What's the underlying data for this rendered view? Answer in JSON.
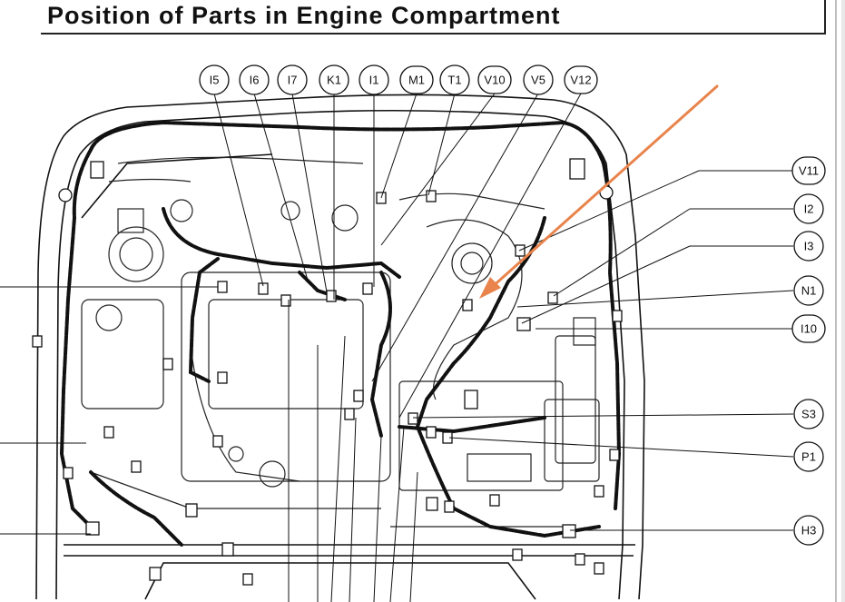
{
  "title": "Position of Parts in Engine Compartment",
  "top_labels": [
    "I5",
    "I6",
    "I7",
    "K1",
    "I1",
    "M1",
    "T1",
    "V10",
    "V5",
    "V12"
  ],
  "right_labels": [
    "V11",
    "I2",
    "I3",
    "N1",
    "I10",
    "S3",
    "P1",
    "H3"
  ],
  "colors": {
    "annotation_arrow": "#e8844c",
    "line": "#111111"
  }
}
